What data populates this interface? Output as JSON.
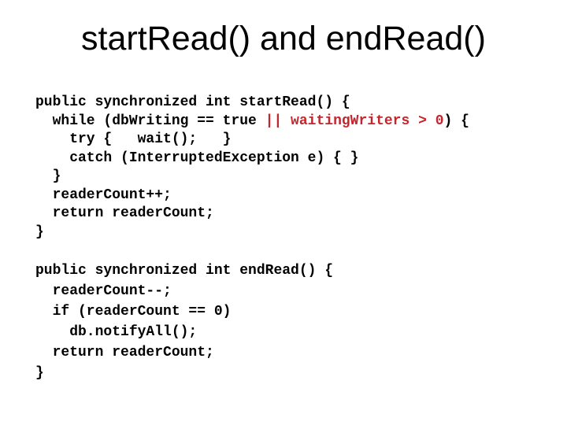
{
  "slide": {
    "title": "startRead() and endRead()",
    "background_color": "#ffffff",
    "text_color": "#000000",
    "highlight_color": "#c1272d",
    "code_blocks": [
      {
        "name": "startRead-method",
        "lines": [
          [
            {
              "t": "public synchronized int startRead() {"
            }
          ],
          [
            {
              "t": "  while (dbWriting == true "
            },
            {
              "t": "|| waitingWriters > 0",
              "c": "red"
            },
            {
              "t": ") {"
            }
          ],
          [
            {
              "t": "    try {   wait();   }"
            }
          ],
          [
            {
              "t": "    catch (InterruptedException e) { }"
            }
          ],
          [
            {
              "t": "  }"
            }
          ],
          [
            {
              "t": "  readerCount++;"
            }
          ],
          [
            {
              "t": "  return readerCount;"
            }
          ],
          [
            {
              "t": "}"
            }
          ]
        ]
      },
      {
        "name": "endRead-method",
        "lines": [
          [
            {
              "t": "public synchronized int endRead() {"
            }
          ],
          [
            {
              "t": "  readerCount--;"
            }
          ],
          [
            {
              "t": "  if (readerCount == 0)"
            }
          ],
          [
            {
              "t": "    db.notifyAll();"
            }
          ],
          [
            {
              "t": "  return readerCount;"
            }
          ],
          [
            {
              "t": "}"
            }
          ]
        ]
      }
    ]
  }
}
